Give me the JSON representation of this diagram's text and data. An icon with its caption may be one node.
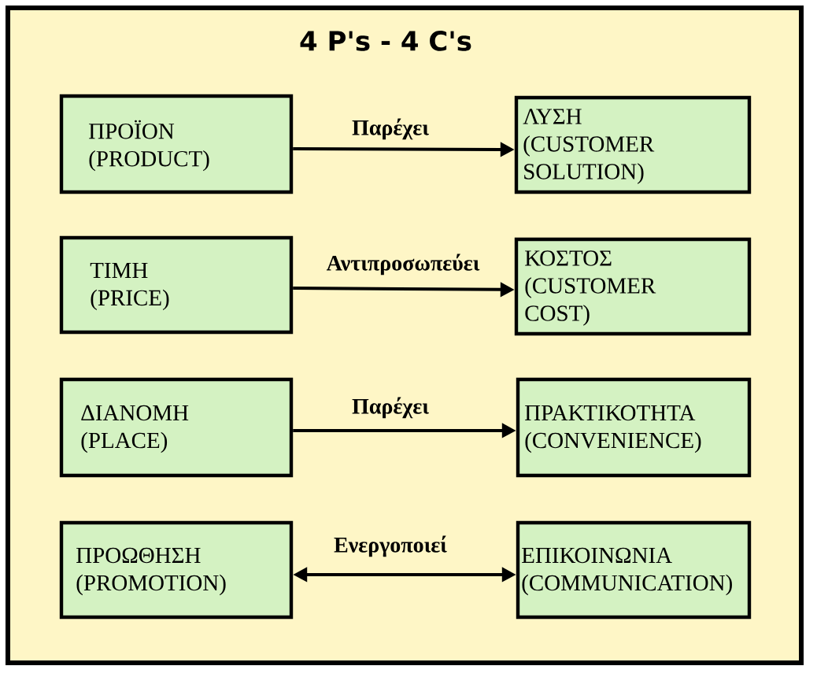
{
  "diagram": {
    "title": "4 P's - 4 C's",
    "nodes": [
      {
        "text": [
          "ΠΡΟΪΟΝ (PRODUCT)"
        ]
      },
      {
        "text": [
          "ΛΥΣΗ (CUSTOMER SOLUTION)"
        ]
      },
      {
        "text": [
          "ΤΙΜΗ (PRICE)"
        ]
      },
      {
        "text": [
          "ΚΟΣΤΟΣ (CUSTOMER COST)"
        ]
      },
      {
        "text": [
          "ΔΙΑΝΟΜΗ (PLACE)"
        ]
      },
      {
        "text": [
          "ΠΡΑΚΤΙΚΟΤΗΤΑ (CONVENIENCE)"
        ]
      },
      {
        "text": [
          "ΠΡΟΩΘΗΣΗ (PROMOTION)"
        ]
      },
      {
        "text": [
          "ΕΠΙΚΟΙΝΩΝΙΑ (COMMUNICATION)"
        ]
      }
    ],
    "edges": [
      {
        "from": 0,
        "to": 1,
        "arrow": "to",
        "label": "Παρέχει"
      },
      {
        "from": 2,
        "to": 3,
        "arrow": "to",
        "label": "Αντιπροσωπεύει"
      },
      {
        "from": 4,
        "to": 5,
        "arrow": "to",
        "label": "Παρέχει"
      },
      {
        "from": 6,
        "to": 7,
        "arrow": "both",
        "label": "Ενεργοποιεί"
      }
    ]
  }
}
